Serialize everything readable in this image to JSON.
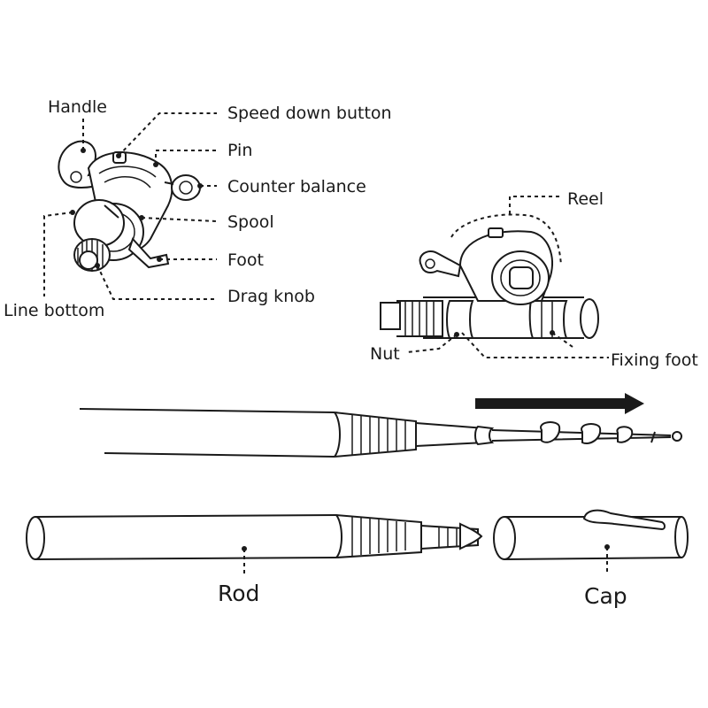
{
  "labels": {
    "handle": "Handle",
    "speed_down_button": "Speed down button",
    "pin": "Pin",
    "counter_balance": "Counter balance",
    "spool": "Spool",
    "foot": "Foot",
    "drag_knob": "Drag knob",
    "line_bottom": "Line bottom",
    "reel": "Reel",
    "nut": "Nut",
    "fixing_foot": "Fixing foot",
    "rod": "Rod",
    "cap": "Cap"
  },
  "colors": {
    "ink": "#1a1a1a",
    "background": "#ffffff"
  }
}
